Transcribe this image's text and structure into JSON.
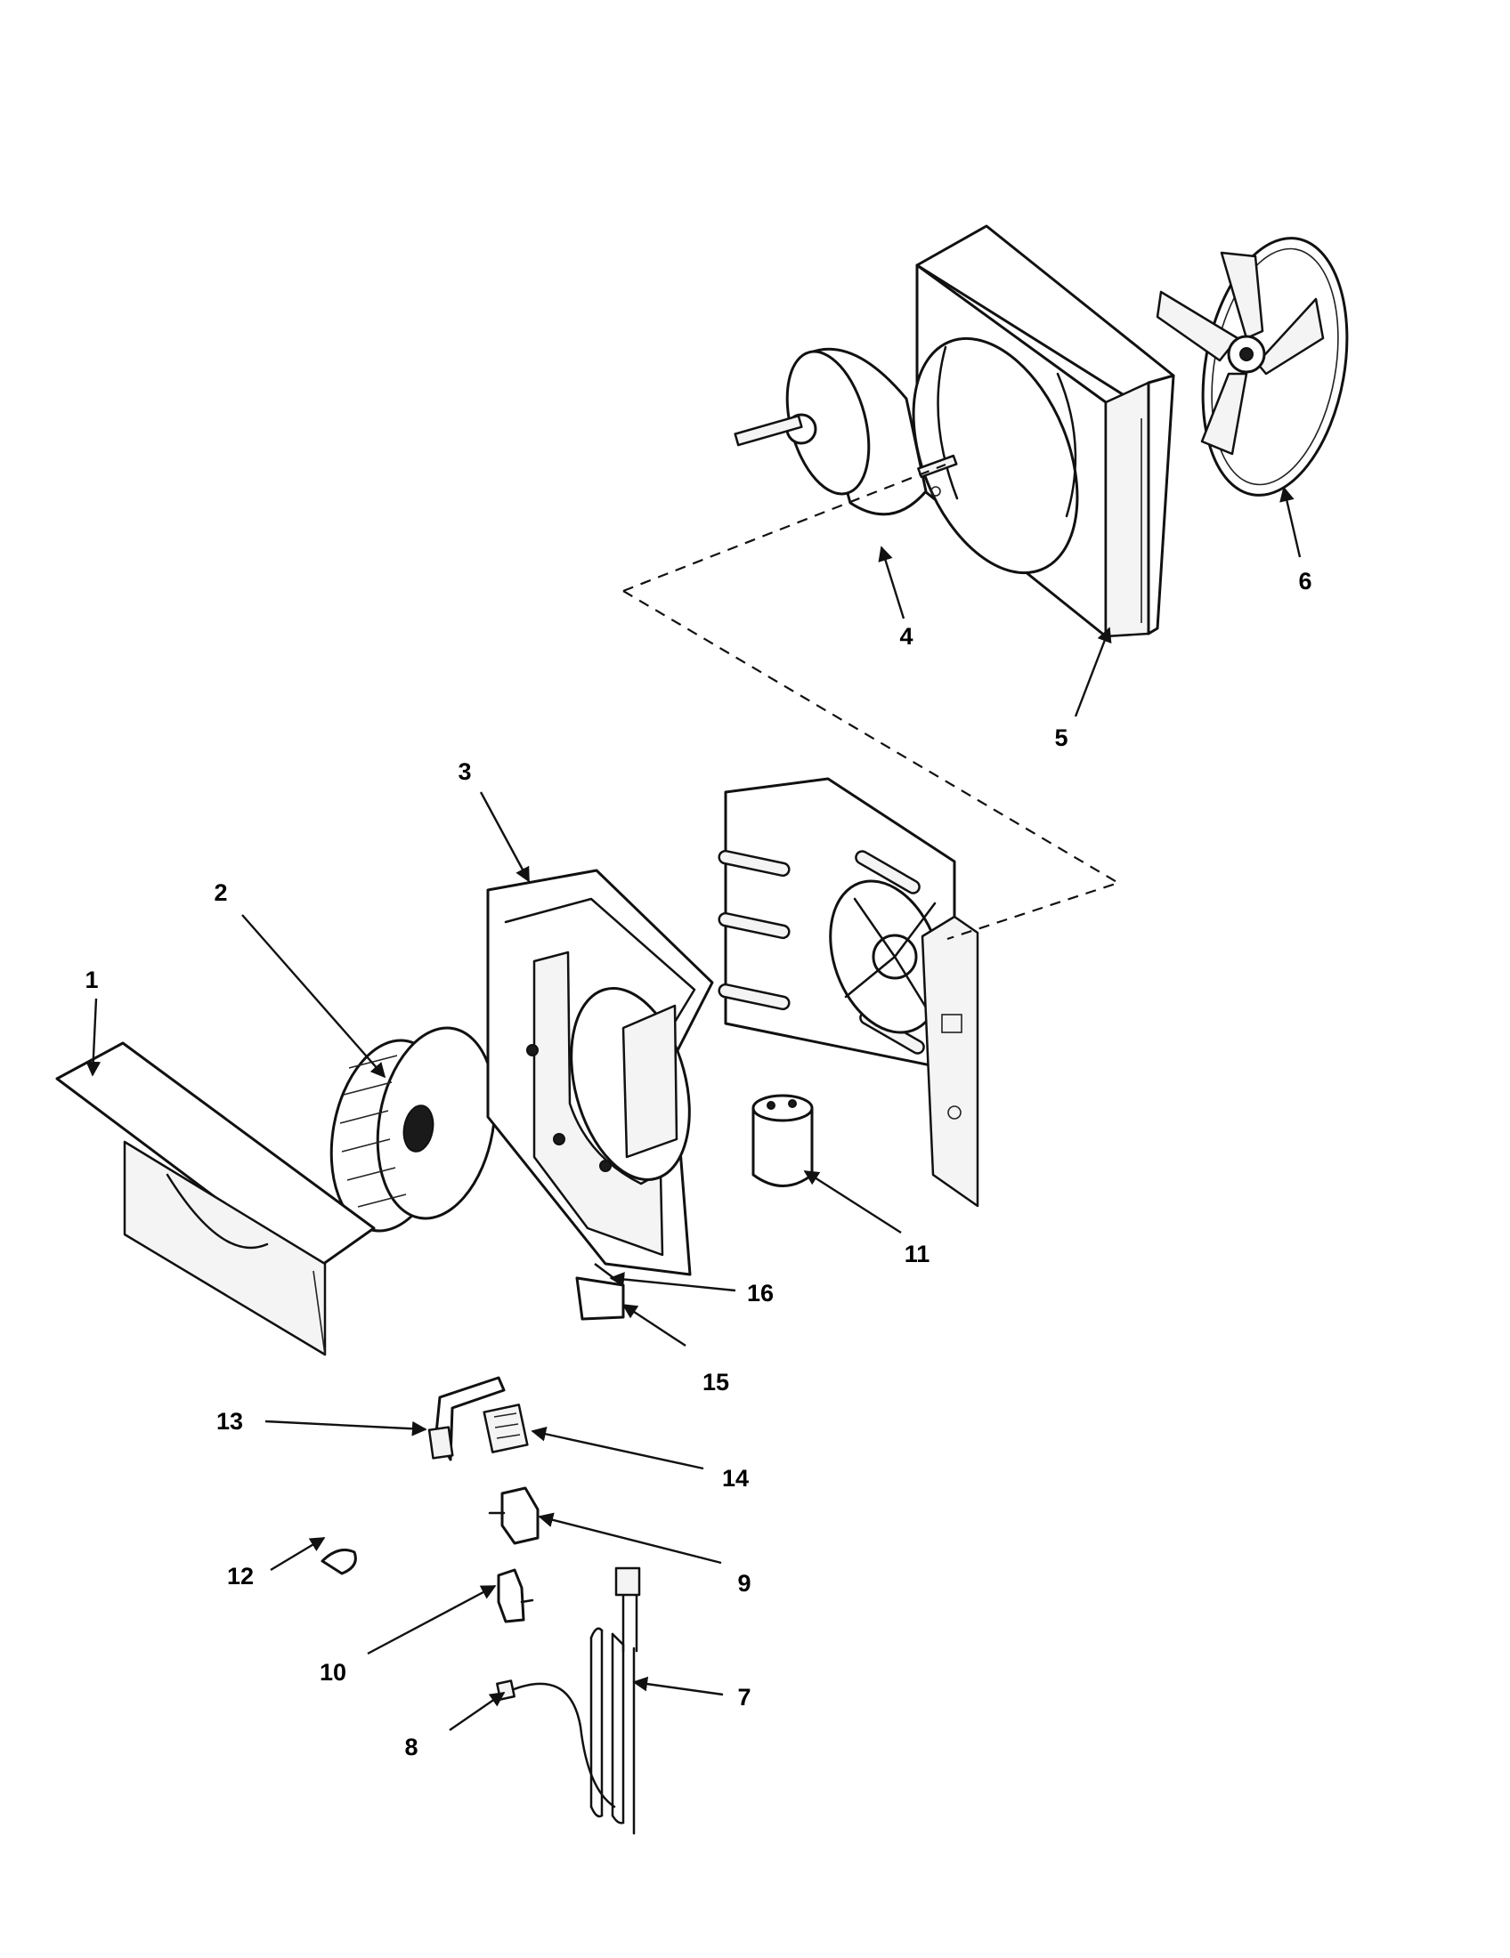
{
  "callouts": [
    {
      "id": "1",
      "label": "1"
    },
    {
      "id": "2",
      "label": "2"
    },
    {
      "id": "3",
      "label": "3"
    },
    {
      "id": "4",
      "label": "4"
    },
    {
      "id": "5",
      "label": "5"
    },
    {
      "id": "6",
      "label": "6"
    },
    {
      "id": "7",
      "label": "7"
    },
    {
      "id": "8",
      "label": "8"
    },
    {
      "id": "9",
      "label": "9"
    },
    {
      "id": "10",
      "label": "10"
    },
    {
      "id": "11",
      "label": "11"
    },
    {
      "id": "12",
      "label": "12"
    },
    {
      "id": "13",
      "label": "13"
    },
    {
      "id": "14",
      "label": "14"
    },
    {
      "id": "15",
      "label": "15"
    },
    {
      "id": "16",
      "label": "16"
    }
  ],
  "colors": {
    "line": "#111111",
    "background": "#ffffff"
  }
}
